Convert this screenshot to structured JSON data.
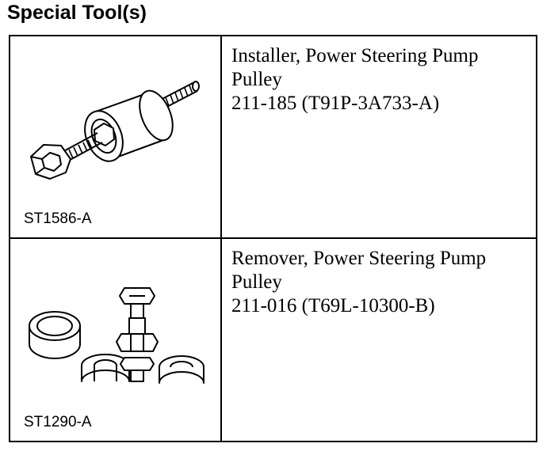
{
  "heading": "Special Tool(s)",
  "tools": [
    {
      "image_code": "ST1586-A",
      "name_line1": "Installer, Power Steering Pump",
      "name_line2": "Pulley",
      "part_number": "211-185 (T91P-3A733-A)"
    },
    {
      "image_code": "ST1290-A",
      "name_line1": "Remover, Power Steering Pump",
      "name_line2": "Pulley",
      "part_number": "211-016 (T69L-10300-B)"
    }
  ]
}
